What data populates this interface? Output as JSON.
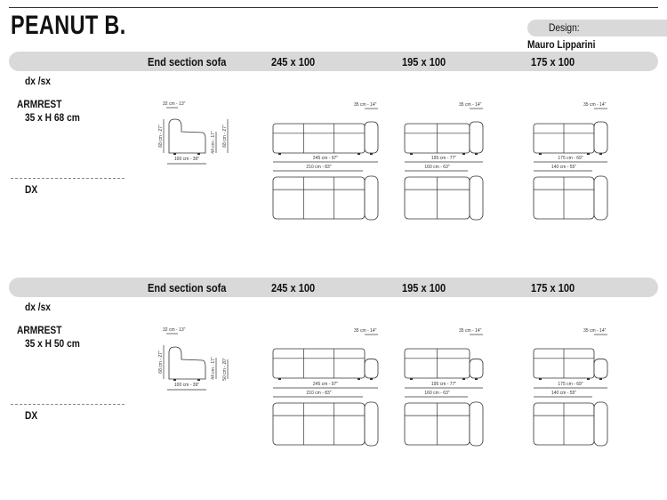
{
  "title": "PEANUT B.",
  "design": {
    "label": "Design:",
    "designer": "Mauro Lipparini"
  },
  "sections": [
    {
      "headers": [
        "End section sofa",
        "245 x 100",
        "195 x 100",
        "175 x 100"
      ],
      "orientation": "dx /sx",
      "armrest_label": "ARMREST",
      "armrest_size": "35 x H 68 cm",
      "variant_label": "DX",
      "side": {
        "depth_arm": "32 cm - 13\"",
        "height": "68 cm - 27\"",
        "seat": "44 cm - 17\"",
        "arm_height": "68 cm - 27\"",
        "width": "100 cm - 39\""
      },
      "models": [
        {
          "arm": "35 cm - 14\"",
          "total": "245 cm - 97\"",
          "inner": "210 cm - 83\""
        },
        {
          "arm": "35 cm - 14\"",
          "total": "195 cm - 77\"",
          "inner": "160 cm - 63\""
        },
        {
          "arm": "35 cm - 14\"",
          "total": "175 cm - 69\"",
          "inner": "140 cm - 55\""
        }
      ]
    },
    {
      "headers": [
        "End section sofa",
        "245 x 100",
        "195 x 100",
        "175 x 100"
      ],
      "orientation": "dx /sx",
      "armrest_label": "ARMREST",
      "armrest_size": "35 x H 50 cm",
      "variant_label": "DX",
      "side": {
        "depth_arm": "32 cm - 13\"",
        "height": "68 cm - 27\"",
        "seat": "44 cm - 17\"",
        "arm_height": "50 cm - 20\"",
        "width": "100 cm - 39\""
      },
      "models": [
        {
          "arm": "35 cm - 14\"",
          "total": "245 cm - 97\"",
          "inner": "210 cm - 83\""
        },
        {
          "arm": "35 cm - 14\"",
          "total": "195 cm - 77\"",
          "inner": "160 cm - 63\""
        },
        {
          "arm": "35 cm - 14\"",
          "total": "175 cm - 69\"",
          "inner": "140 cm - 55\""
        }
      ]
    }
  ]
}
